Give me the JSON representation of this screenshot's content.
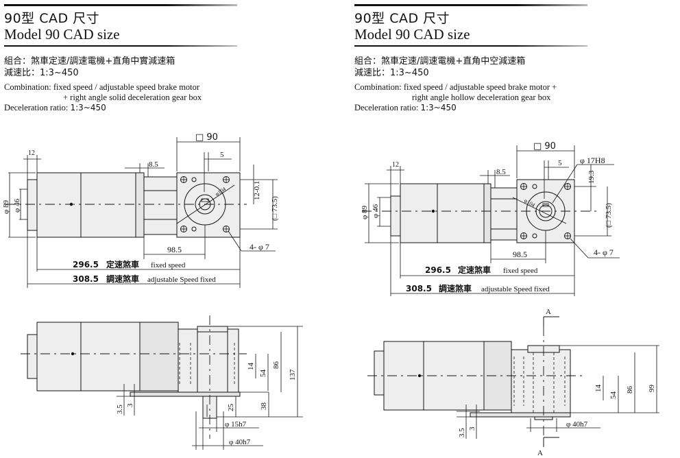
{
  "left": {
    "title_cn": "90型 CAD 尺寸",
    "title_en": "Model 90 CAD size",
    "combo_cn": "組合：煞車定速/調速電機+直角中實減速箱",
    "ratio_cn": "減速比：1:3~450",
    "combo_en_1": "Combination: fixed speed / adjustable speed brake motor",
    "combo_en_2": "+ right angle solid deceleration gear box",
    "ratio_en_label": "Deceleration ratio: ",
    "ratio_en_value": "1:3~450",
    "dims": {
      "sq90": "□ 90",
      "d12": "12",
      "d85": "8.5",
      "d5": "5",
      "d12_01": "12-0.1",
      "phi89": "φ 89",
      "phi46": "φ 46",
      "phi104": "φ104",
      "sq735": "(□ 73.5)",
      "d985": "98.5",
      "holes": "4- φ 7",
      "fixed_num": "296.5",
      "fixed_cn": "定速煞車",
      "fixed_en": "fixed speed",
      "adj_num": "308.5",
      "adj_cn": "調速煞車",
      "adj_en": "adjustable Speed fixed",
      "v14": "14",
      "v54": "54",
      "v86": "86",
      "v137": "137",
      "v35": "3.5",
      "v3": "3",
      "v25": "25",
      "v38": "38",
      "phi15": "φ 15h7",
      "phi40": "φ 40h7"
    }
  },
  "right": {
    "title_cn": "90型 CAD 尺寸",
    "title_en": "Model 90 CAD size",
    "combo_cn": "組合：煞車定速/調速電機+直角中空減速箱",
    "ratio_cn": "減速比：1:3~450",
    "combo_en_1": "Combination: fixed speed / adjustable speed brake motor +",
    "combo_en_2": "right angle hollow deceleration gear box",
    "ratio_en_label": "Deceleration ratio: ",
    "ratio_en_value": "1:3~450",
    "dims": {
      "sq90": "□ 90",
      "phi17": "φ 17H8",
      "d12": "12",
      "d85": "8.5",
      "d5": "5",
      "d193": "19.3",
      "phi89": "φ 89",
      "phi46": "φ 46",
      "phi104": "φ104",
      "sq735": "(□ 73.5)",
      "d985": "98.5",
      "holes": "4- φ 7",
      "fixed_num": "296.5",
      "fixed_cn": "定速煞車",
      "fixed_en": "fixed speed",
      "adj_num": "308.5",
      "adj_cn": "調速煞車",
      "adj_en": "adjustable Speed fixed",
      "secA": "A",
      "v14": "14",
      "v54": "54",
      "v86": "86",
      "v99": "99",
      "v35": "3.5",
      "v3": "3",
      "phi40": "φ 40h7"
    }
  }
}
